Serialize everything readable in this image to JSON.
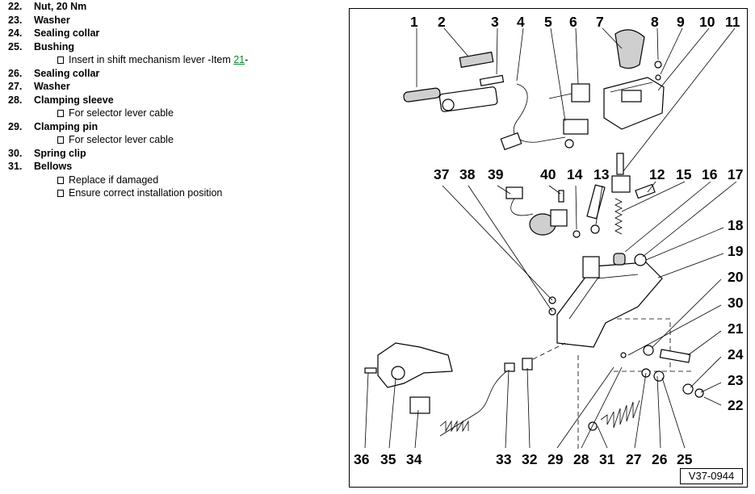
{
  "legend": {
    "items": [
      {
        "num": "22.",
        "name": "Nut, 20 Nm",
        "notes": []
      },
      {
        "num": "23.",
        "name": "Washer",
        "notes": []
      },
      {
        "num": "24.",
        "name": "Sealing collar",
        "notes": []
      },
      {
        "num": "25.",
        "name": "Bushing",
        "notes": []
      },
      {
        "num": "26.",
        "name": "Sealing collar",
        "notes": []
      },
      {
        "num": "27.",
        "name": "Washer",
        "notes": []
      },
      {
        "num": "28.",
        "name": "Clamping sleeve",
        "notes": [
          "For selector lever cable"
        ]
      },
      {
        "num": "29.",
        "name": "Clamping pin",
        "notes": [
          "For selector lever cable"
        ]
      },
      {
        "num": "30.",
        "name": "Spring clip",
        "notes": []
      },
      {
        "num": "31.",
        "name": "Bellows",
        "notes": [
          "Replace if damaged",
          "Ensure correct installation position"
        ]
      }
    ],
    "bushing_note": {
      "prefix": "Insert in shift mechanism lever -Item ",
      "link": "21",
      "suffix": "-"
    }
  },
  "diagram": {
    "callouts": [
      "1",
      "2",
      "3",
      "4",
      "5",
      "6",
      "7",
      "8",
      "9",
      "10",
      "11",
      "37",
      "38",
      "39",
      "40",
      "14",
      "13",
      "12",
      "15",
      "16",
      "17",
      "18",
      "19",
      "20",
      "30",
      "21",
      "24",
      "23",
      "22",
      "36",
      "35",
      "34",
      "33",
      "32",
      "29",
      "28",
      "31",
      "27",
      "26",
      "25"
    ],
    "reference": "V37-0944"
  }
}
